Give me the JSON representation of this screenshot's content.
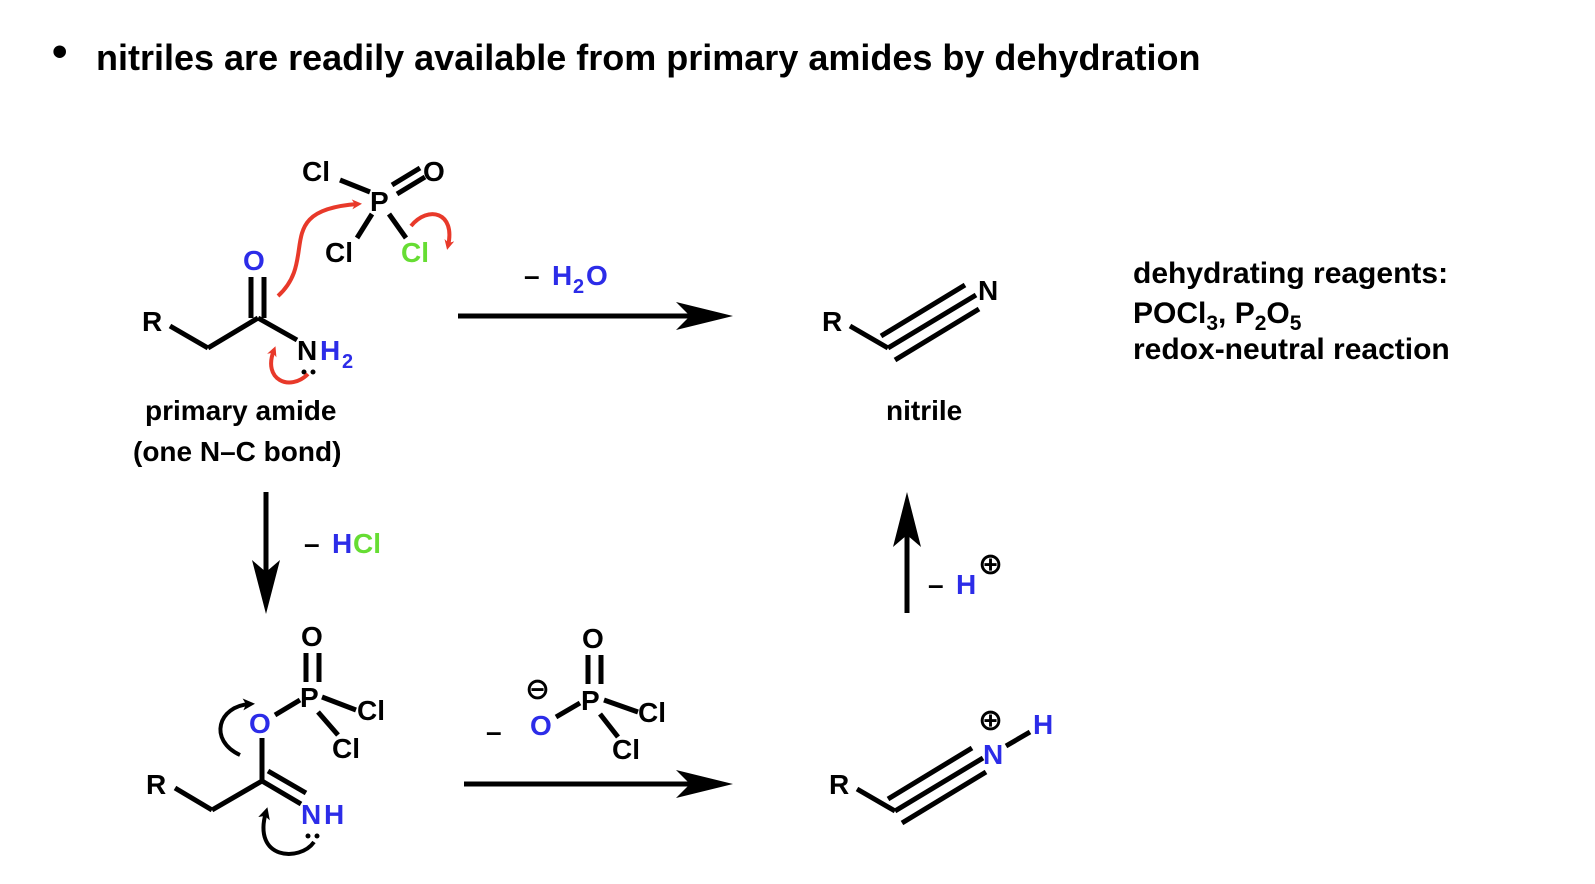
{
  "headline": {
    "bullet": "•",
    "text": "nitriles are readily available from primary amides by dehydration"
  },
  "colors": {
    "black": "#000000",
    "blue": "#2c2ce8",
    "green": "#66dd33",
    "red": "#e8392a"
  },
  "primary_amide": {
    "R": "R",
    "O": "O",
    "N": "N",
    "H": "H",
    "sub2": "2",
    "label_line1": "primary amide",
    "label_line2": "(one N–C bond)"
  },
  "pocl3": {
    "Cl_top": "Cl",
    "P": "P",
    "O": "O",
    "Cl_left": "Cl",
    "Cl_leaving": "Cl"
  },
  "step_top": {
    "minus": "–",
    "H": "H",
    "sub2": "2",
    "O": "O"
  },
  "nitrile": {
    "R": "R",
    "N": "N",
    "label": "nitrile"
  },
  "reagents_note": {
    "line1": "dehydrating reagents:",
    "POCl": "POCl",
    "sub3": "3",
    "comma": ", P",
    "sub2a": "2",
    "O": "O",
    "sub5": "5",
    "line3": "redox-neutral reaction"
  },
  "step_down": {
    "minus": "–",
    "H": "H",
    "Cl": "Cl"
  },
  "intermediate": {
    "R": "R",
    "O_link": "O",
    "P": "P",
    "O_top": "O",
    "Cl_right": "Cl",
    "Cl_bottom": "Cl",
    "N": "N",
    "H": "H"
  },
  "step_bottom": {
    "minus": "–",
    "charge": "⊖",
    "O": "O",
    "P": "P",
    "O_top": "O",
    "Cl_right": "Cl",
    "Cl_bottom": "Cl"
  },
  "nitrilium": {
    "R": "R",
    "N": "N",
    "H": "H",
    "charge": "⊕"
  },
  "step_up": {
    "minus": "–",
    "H": "H",
    "charge": "⊕"
  }
}
